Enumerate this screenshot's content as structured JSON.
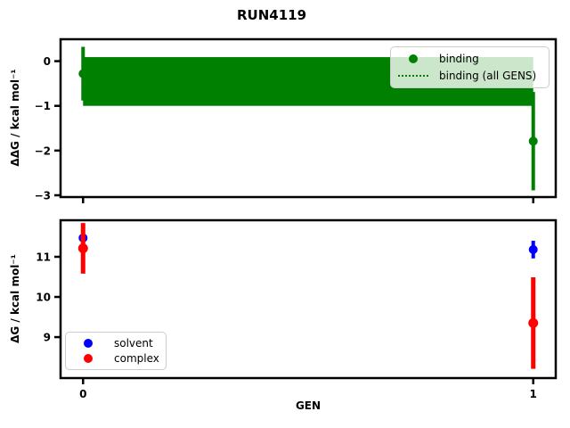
{
  "title": "RUN4119",
  "chart_data": [
    {
      "type": "errorbar",
      "subplot": "top",
      "ylabel": "ΔΔG / kcal mol⁻¹",
      "x": [
        0,
        1
      ],
      "xlim": [
        -0.05,
        1.05
      ],
      "ylim": [
        -3.04,
        0.49
      ],
      "yticks": [
        0,
        -1,
        -2,
        -3
      ],
      "yticklabels": [
        "0",
        "−1",
        "−2",
        "−3"
      ],
      "xticks": [
        0,
        1
      ],
      "xticklabels": [],
      "grid": false,
      "series": [
        {
          "name": "binding",
          "color": "#008000",
          "values": [
            -0.28,
            -1.79
          ],
          "errors": [
            0.6,
            1.1
          ],
          "marker": "circle"
        }
      ],
      "band": {
        "name": "binding (all GENS)",
        "color": "#008000",
        "center": -0.455,
        "upper": 0.09,
        "lower": -1.0,
        "x_start": 0,
        "x_end": 1,
        "linestyle": "dotted"
      },
      "legend": {
        "position": "upper-right",
        "entries": [
          {
            "label": "binding",
            "glyph": "circle",
            "color": "#008000"
          },
          {
            "label": "binding (all GENS)",
            "glyph": "dotted-line",
            "color": "#008000"
          }
        ]
      }
    },
    {
      "type": "errorbar",
      "subplot": "bottom",
      "ylabel": "ΔG / kcal mol⁻¹",
      "xlabel": "GEN",
      "x": [
        0,
        1
      ],
      "xlim": [
        -0.05,
        1.05
      ],
      "ylim": [
        7.98,
        11.91
      ],
      "yticks": [
        9,
        10,
        11
      ],
      "yticklabels": [
        "9",
        "10",
        "11"
      ],
      "xticks": [
        0,
        1
      ],
      "xticklabels": [
        "0",
        "1"
      ],
      "grid": false,
      "series": [
        {
          "name": "solvent",
          "color": "#0000ff",
          "values": [
            11.47,
            11.18
          ],
          "errors": [
            0.23,
            0.22
          ],
          "marker": "circle"
        },
        {
          "name": "complex",
          "color": "#ff0000",
          "values": [
            11.21,
            9.35
          ],
          "errors": [
            0.63,
            1.14
          ],
          "marker": "circle"
        }
      ],
      "legend": {
        "position": "lower-left",
        "entries": [
          {
            "label": "solvent",
            "glyph": "circle",
            "color": "#0000ff"
          },
          {
            "label": "complex",
            "glyph": "circle",
            "color": "#ff0000"
          }
        ]
      }
    }
  ]
}
